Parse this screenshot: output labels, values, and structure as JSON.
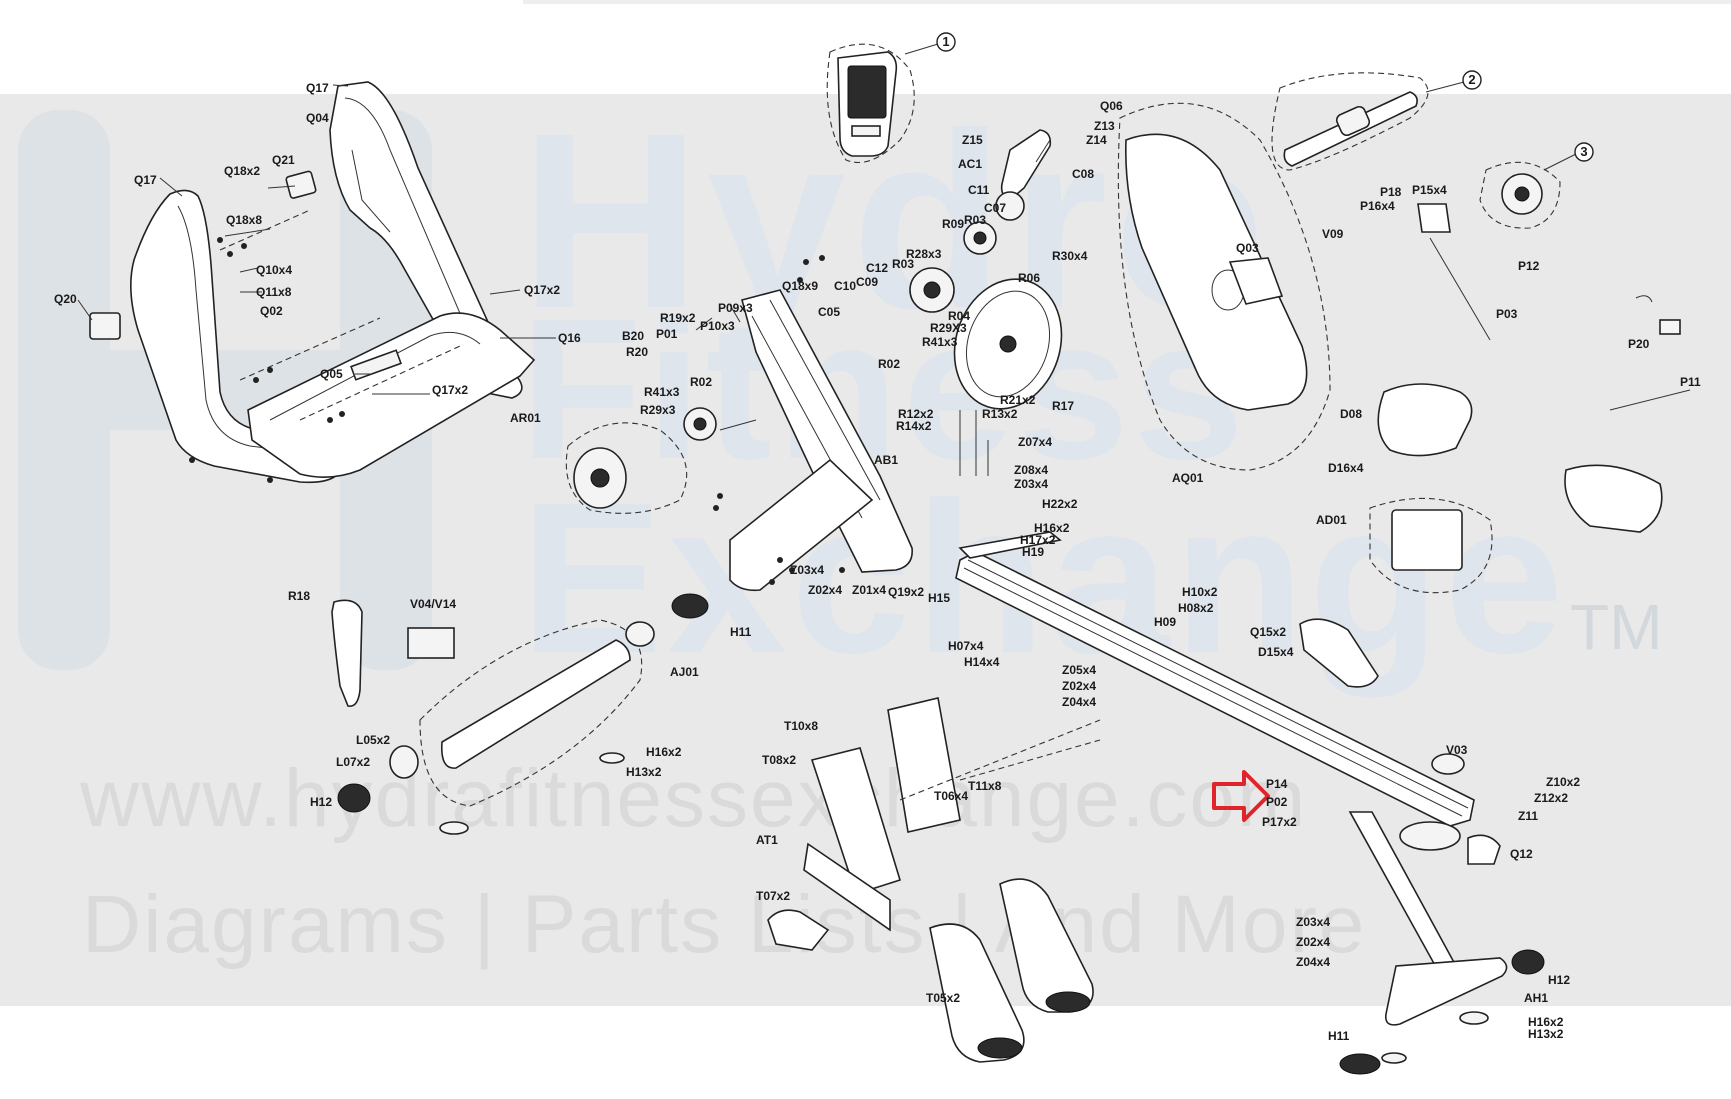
{
  "watermark": {
    "line1": "Hydro",
    "line2": "Fitness",
    "line3": "Exchange",
    "trademark": "TM",
    "url": "www.hydrafitnessexchange.com",
    "tagline": "Diagrams | Parts Lists | And More"
  },
  "callouts": [
    "1",
    "2",
    "3"
  ],
  "labels": {
    "Q17a": "Q17",
    "Q04": "Q04",
    "Q17b": "Q17",
    "Q18x2": "Q18x2",
    "Q21": "Q21",
    "Q18x8": "Q18x8",
    "Q10x4": "Q10x4",
    "Q11x8": "Q11x8",
    "Q20": "Q20",
    "Q02": "Q02",
    "Q17x2a": "Q17x2",
    "Q16": "Q16",
    "Q05": "Q05",
    "Q17x2b": "Q17x2",
    "Q06": "Q06",
    "Z13": "Z13",
    "Z14": "Z14",
    "Z15": "Z15",
    "AC1": "AC1",
    "C11": "C11",
    "C08": "C08",
    "C07": "C07",
    "R09": "R09",
    "R03a": "R03",
    "R30x4": "R30x4",
    "R06": "R06",
    "R28x3": "R28x3",
    "R04": "R04",
    "R29X3": "R29X3",
    "R41x3a": "R41x3",
    "C12": "C12",
    "R03b": "R03",
    "C09": "C09",
    "C10": "C10",
    "Q18x9": "Q18x9",
    "C05": "C05",
    "P09x3": "P09x3",
    "P10x3": "P10x3",
    "R19x2": "R19x2",
    "B20": "B20",
    "P01": "P01",
    "R20": "R20",
    "R02a": "R02",
    "R02b": "R02",
    "R41x3b": "R41x3",
    "R29x3": "R29x3",
    "AR01": "AR01",
    "AB1": "AB1",
    "R12x2": "R12x2",
    "R14x2": "R14x2",
    "R13x2": "R13x2",
    "R21x2": "R21x2",
    "R17": "R17",
    "Z07x4": "Z07x4",
    "Z08x4": "Z08x4",
    "Z03x4a": "Z03x4",
    "H22x2": "H22x2",
    "H16x2a": "H16x2",
    "H17x2": "H17x2",
    "H19": "H19",
    "AQ01": "AQ01",
    "Q03": "Q03",
    "V09": "V09",
    "P18": "P18",
    "P15x4": "P15x4",
    "P16x4": "P16x4",
    "P12": "P12",
    "P03": "P03",
    "P20": "P20",
    "P11": "P11",
    "D08": "D08",
    "D16x4": "D16x4",
    "AD01": "AD01",
    "Q15x2": "Q15x2",
    "D15x4": "D15x4",
    "Z03x4b": "Z03x4",
    "Z02x4a": "Z02x4",
    "Z01x4": "Z01x4",
    "Q19x2": "Q19x2",
    "H15": "H15",
    "H10x2": "H10x2",
    "H08x2": "H08x2",
    "H09": "H09",
    "H07x4": "H07x4",
    "H14x4": "H14x4",
    "Z05x4": "Z05x4",
    "Z02x4b": "Z02x4",
    "Z04x4a": "Z04x4",
    "R18": "R18",
    "V04V14": "V04/V14",
    "H11a": "H11",
    "AJ01": "AJ01",
    "L05x2": "L05x2",
    "L07x2": "L07x2",
    "H12a": "H12",
    "H16x2b": "H16x2",
    "H13x2a": "H13x2",
    "T10x8": "T10x8",
    "T08x2": "T08x2",
    "T06x4": "T06x4",
    "T11x8": "T11x8",
    "AT1": "AT1",
    "T07x2": "T07x2",
    "T05x2": "T05x2",
    "V03": "V03",
    "P14": "P14",
    "P02": "P02",
    "P17x2": "P17x2",
    "Z10x2": "Z10x2",
    "Z12x2": "Z12x2",
    "Z11": "Z11",
    "Q12": "Q12",
    "Z03x4c": "Z03x4",
    "Z02x4c": "Z02x4",
    "Z04x4b": "Z04x4",
    "H12b": "H12",
    "AH1": "AH1",
    "H16x2c": "H16x2",
    "H13x2b": "H13x2",
    "H11b": "H11"
  },
  "colors": {
    "band": "#e9e9e9",
    "watermark": "#dfe5ec",
    "line": "#222222",
    "arrow": "#e0242b"
  },
  "icons": {
    "pointer": "red-outline-right-arrow"
  }
}
